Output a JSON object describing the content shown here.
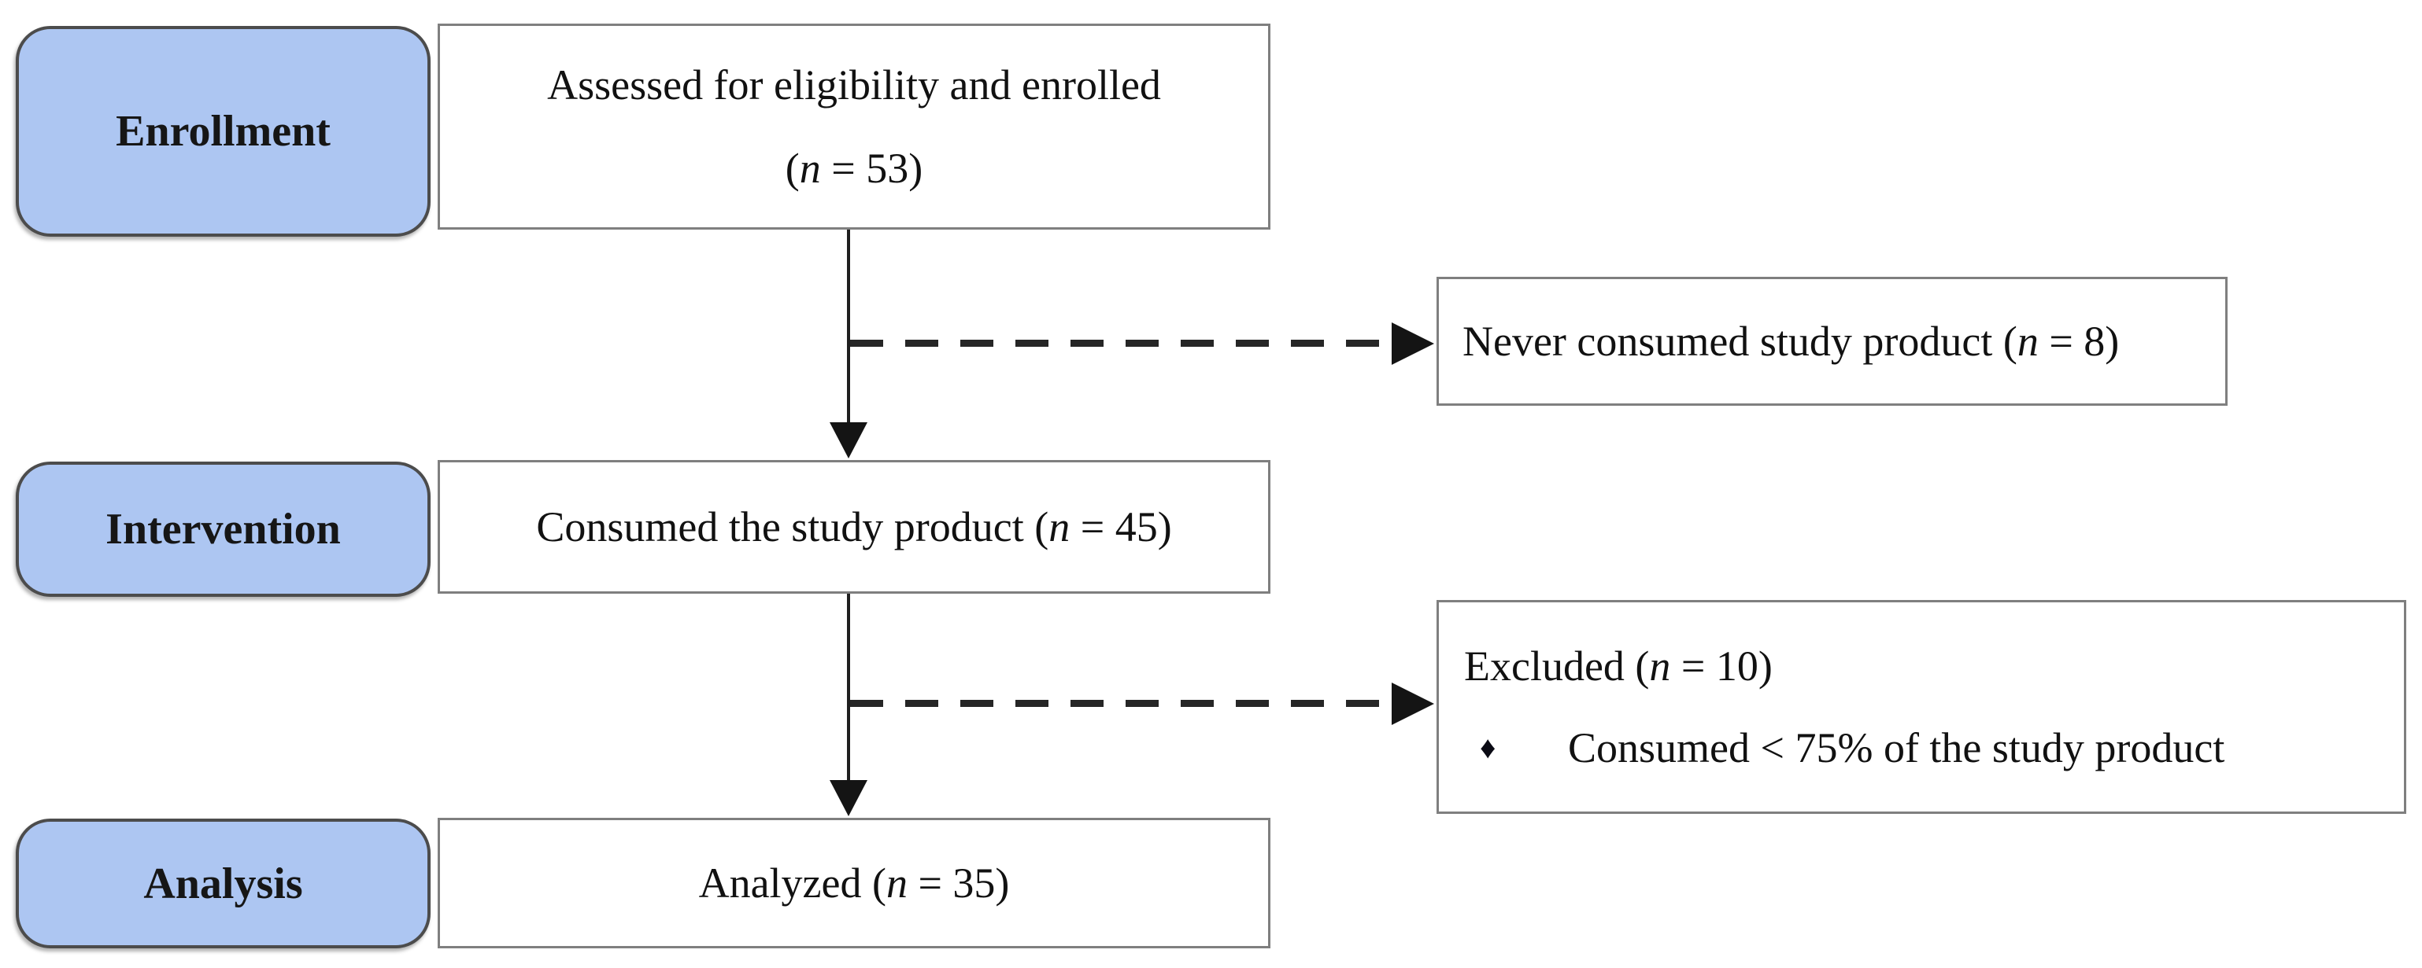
{
  "figure": {
    "kind": "participant-flow-diagram",
    "stages": [
      {
        "label": "Enrollment"
      },
      {
        "label": "Intervention"
      },
      {
        "label": "Analysis"
      }
    ],
    "nodes": {
      "assessed": {
        "line1": "Assessed for eligibility and enrolled",
        "open": "(",
        "n": "n",
        "rest": " = 53)"
      },
      "never": {
        "before": "Never consumed study product (",
        "n": "n",
        "rest": " = 8)"
      },
      "consumed": {
        "before": "Consumed the study product (",
        "n": "n",
        "rest": " = 45)"
      },
      "excluded": {
        "before": "Excluded (",
        "n": "n",
        "rest": " = 10)",
        "bullet_glyph": "♦",
        "bullet_text": "Consumed < 75% of the study product"
      },
      "analyzed": {
        "before": "Analyzed (",
        "n": "n",
        "rest": " = 35)"
      }
    },
    "colors": {
      "stage_fill": "#adc6f2",
      "stage_border": "#4c4c4c",
      "box_border": "#7f7f7f",
      "arrow": "#1f1f1f",
      "text": "#111111"
    }
  }
}
